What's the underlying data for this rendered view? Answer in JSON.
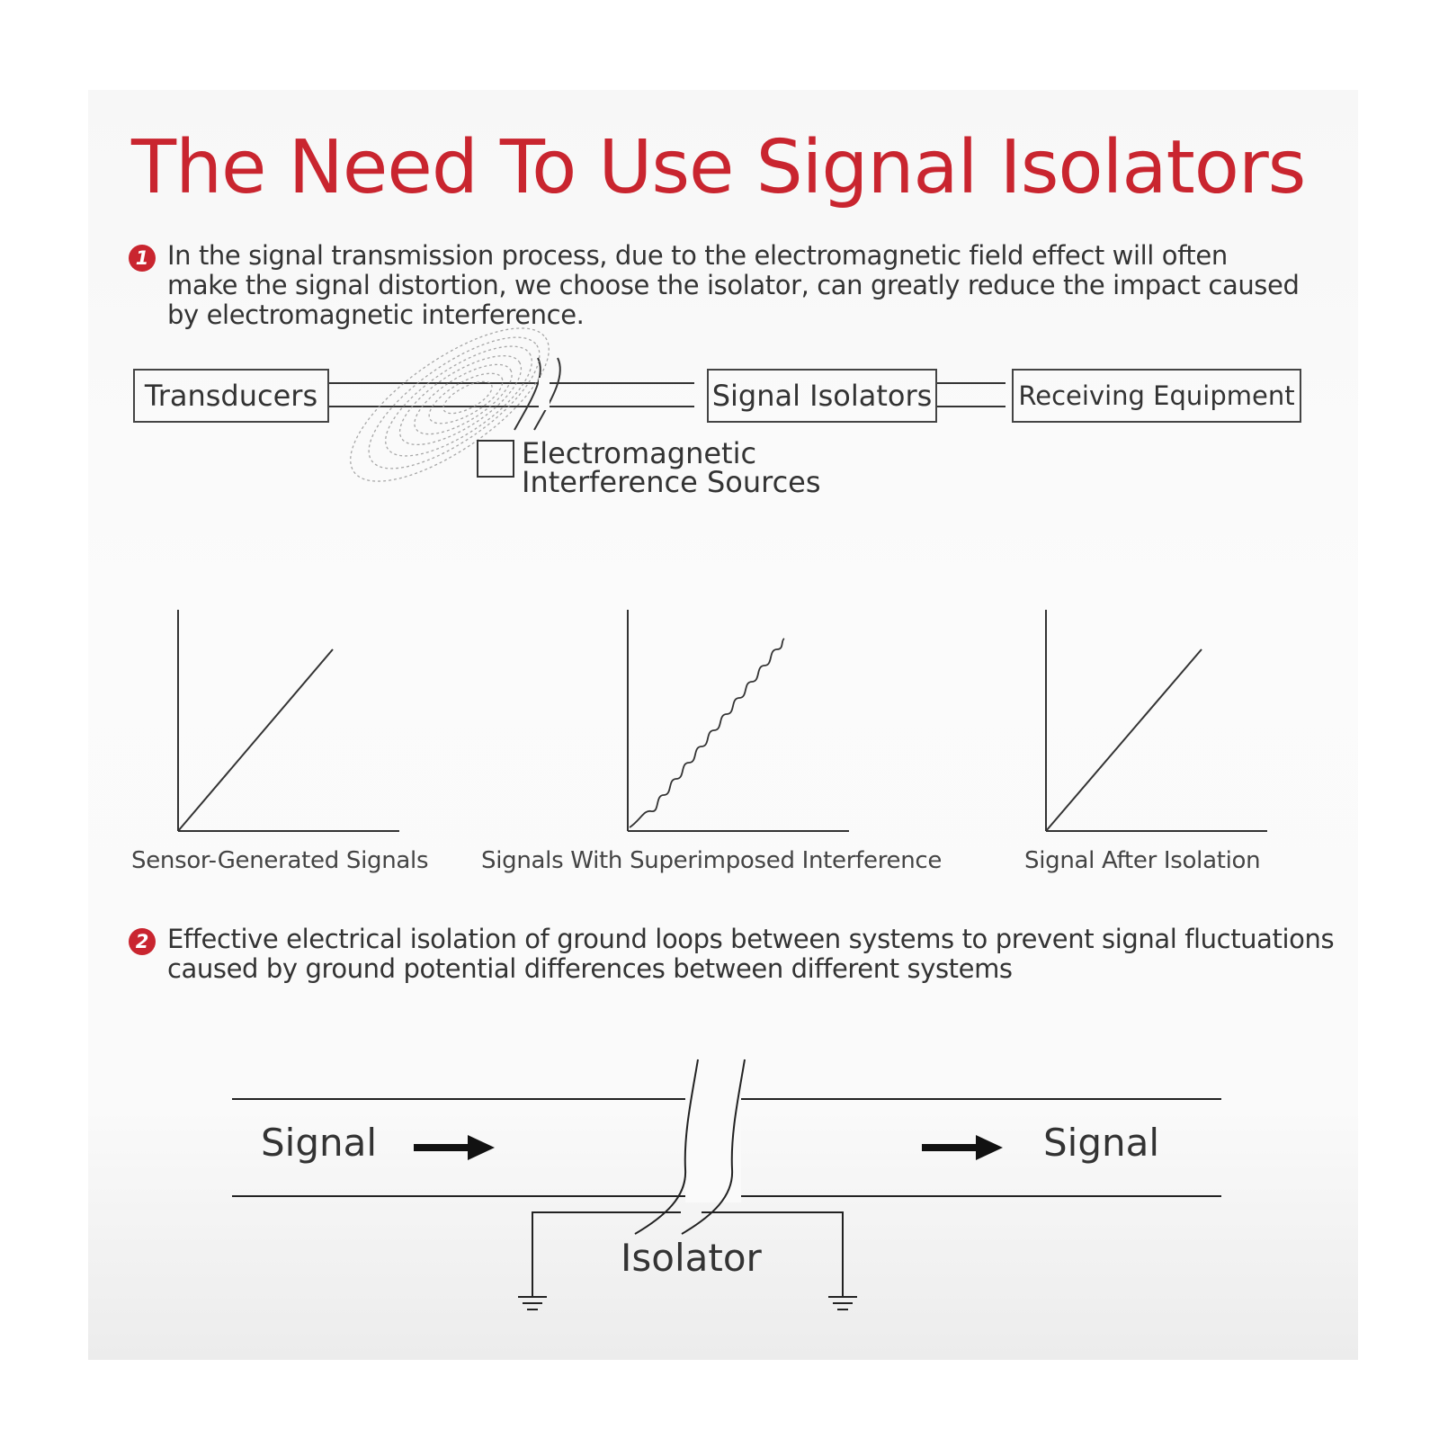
{
  "title": "The Need To Use Signal Isolators",
  "section1": {
    "number": "1",
    "text": "In the signal transmission process, due to the electromagnetic field effect will often make the signal distortion, we choose the isolator, can greatly reduce the impact caused by electromagnetic interference."
  },
  "flow": {
    "transducers": "Transducers",
    "isolators": "Signal Isolators",
    "receiving": "Receiving Equipment",
    "interference_line1": "Electromagnetic",
    "interference_line2": "Interference Sources"
  },
  "plots": {
    "plot1_caption": "Sensor-Generated Signals",
    "plot2_caption": "Signals With Superimposed Interference",
    "plot3_caption": "Signal After Isolation"
  },
  "section2": {
    "number": "2",
    "text": "Effective electrical isolation of ground loops between systems to prevent signal fluctuations caused by ground potential differences between different systems"
  },
  "ground_diagram": {
    "signal_left": "Signal",
    "signal_right": "Signal",
    "isolator": "Isolator"
  },
  "colors": {
    "accent": "#c9252f",
    "line": "#222222"
  }
}
